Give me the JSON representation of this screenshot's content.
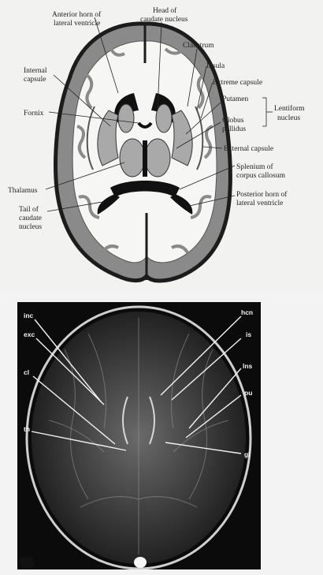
{
  "diagram": {
    "labels": {
      "anterior_horn_1": "Anterior horn of",
      "anterior_horn_2": "lateral ventricle",
      "head_caudate_1": "Head of",
      "head_caudate_2": "caudate nucleus",
      "claustrum": "Claustrum",
      "insula": "Insula",
      "extreme_capsule": "Extreme capsule",
      "internal_capsule_1": "Internal",
      "internal_capsule_2": "capsule",
      "fornix": "Fornix",
      "putamen": "Putamen",
      "globus_pallidus_1": "Globus",
      "globus_pallidus_2": "pallidus",
      "lentiform_1": "Lentiform",
      "lentiform_2": "nucleus",
      "external_capsule": "External capsule",
      "splenium_1": "Splenium of",
      "splenium_2": "corpus callosum",
      "thalamus": "Thalamus",
      "posterior_horn_1": "Posterior horn of",
      "posterior_horn_2": "lateral ventricle",
      "tail_caudate_1": "Tail of",
      "tail_caudate_2": "caudate",
      "tail_caudate_3": "nucleus"
    }
  },
  "mri": {
    "labels": {
      "inc": "inc",
      "exc": "exc",
      "cl": "cl",
      "th": "th",
      "hcn": "hcn",
      "is": "is",
      "lns": "lns",
      "pu": "pu",
      "gl": "gl"
    }
  },
  "colors": {
    "cortex": "#8a8a8a",
    "white_matter": "#f6f6f4",
    "outline": "#1c1c1c",
    "ventricle": "#111111",
    "nuclei": "#a9a9a9",
    "mri_background": "#0b0b0b"
  }
}
